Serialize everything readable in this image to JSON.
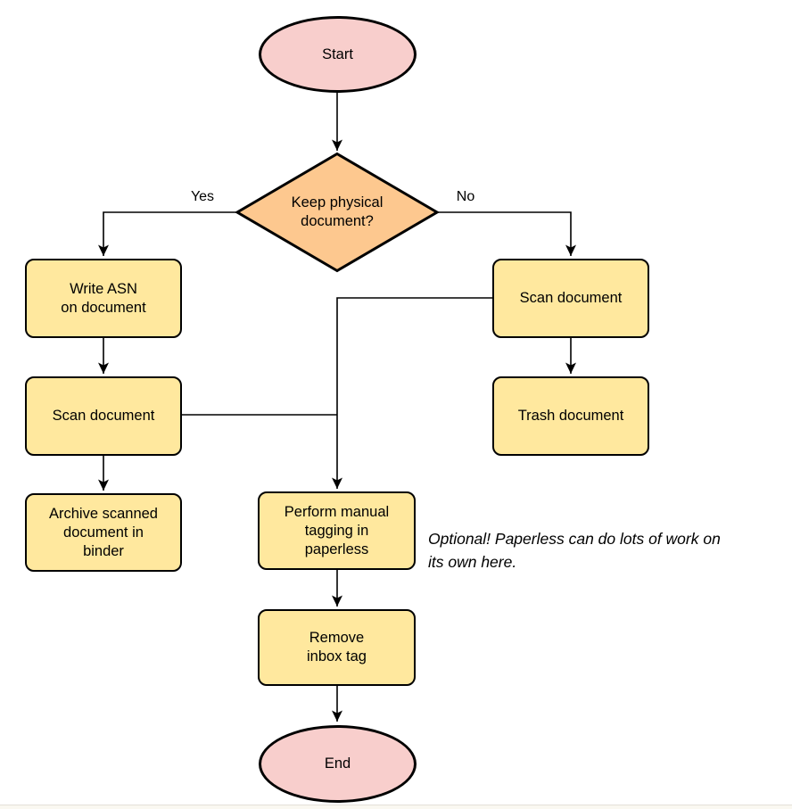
{
  "colors": {
    "background": "#ffffff",
    "process_fill": "#ffe89e",
    "decision_fill": "#fdc88f",
    "terminal_fill": "#f8cecc",
    "stroke": "#000000"
  },
  "nodes": {
    "start": "Start",
    "decision": "Keep physical\ndocument?",
    "write_asn": "Write ASN\non document",
    "scan_left": "Scan document",
    "archive": "Archive scanned\ndocument in\nbinder",
    "scan_right": "Scan document",
    "trash": "Trash document",
    "tagging": "Perform manual\ntagging in\npaperless",
    "remove_inbox": "Remove\ninbox tag",
    "end": "End"
  },
  "edge_labels": {
    "yes": "Yes",
    "no": "No"
  },
  "annotation": "Optional! Paperless can do lots of work on\nits own here."
}
